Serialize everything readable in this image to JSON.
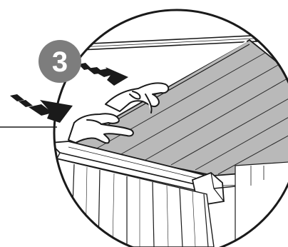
{
  "step": {
    "number": "3"
  },
  "colors": {
    "badge": "#7d7d7d",
    "roof_panel": "#b9b9b9",
    "ink": "#1a1a1a",
    "background": "#ffffff"
  },
  "icons": {
    "step_badge": "numbered-circle-badge",
    "push_arrow": "double-dash-arrow",
    "detail_lens": "magnifier-circle"
  }
}
